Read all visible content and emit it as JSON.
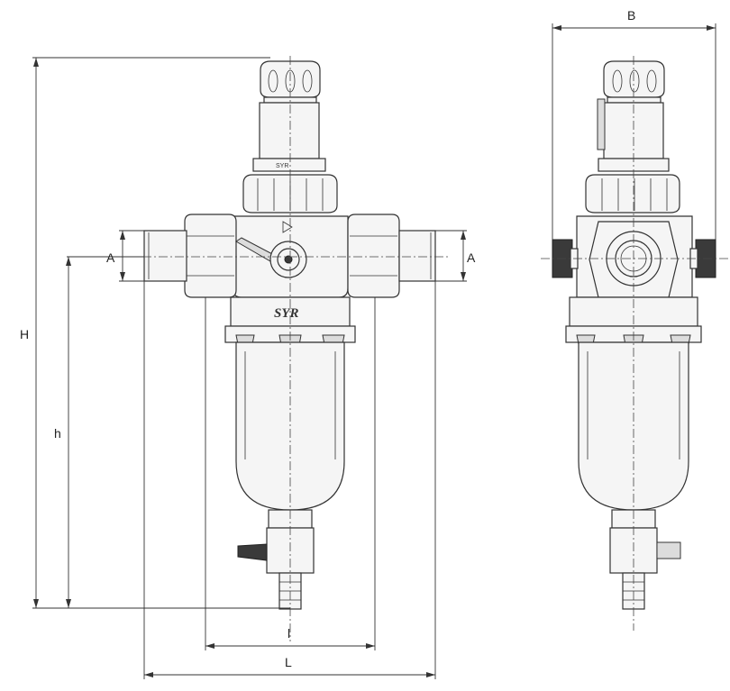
{
  "dimension_labels": {
    "A_left": "A",
    "A_right": "A",
    "B": "B",
    "H": "H",
    "h": "h",
    "l": "l",
    "L": "L"
  },
  "logo": {
    "text": "SYR"
  },
  "views": [
    "front-view",
    "side-view"
  ],
  "colors": {
    "line": "#333333",
    "fill_light": "#f5f5f5",
    "fill_shade": "#dcdcdc",
    "fill_dark": "#3a3a3a"
  }
}
